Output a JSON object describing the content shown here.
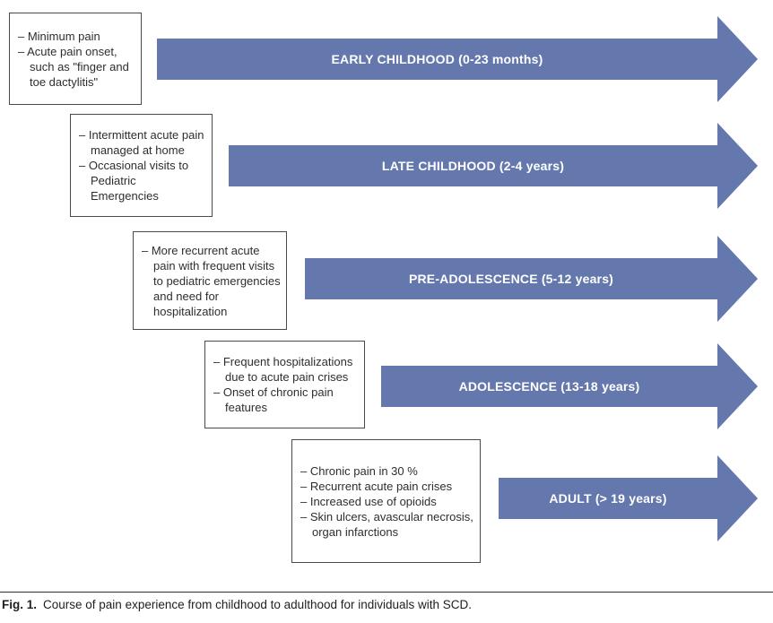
{
  "figure": {
    "colors": {
      "arrow_fill": "#6478ad",
      "arrow_text": "#ffffff",
      "box_border": "#4a4a4a",
      "body_text": "#2e2e2e"
    },
    "stages": [
      {
        "label": "EARLY CHILDHOOD (0-23 months)",
        "bullets": [
          "– Minimum pain",
          "– Acute pain onset, such as \"finger and toe dactylitis\""
        ]
      },
      {
        "label": "LATE CHILDHOOD (2-4 years)",
        "bullets": [
          "– Intermittent acute pain managed at home",
          "– Occasional visits to Pediatric Emergencies"
        ]
      },
      {
        "label": "PRE-ADOLESCENCE (5-12 years)",
        "bullets": [
          "– More recurrent acute pain with frequent visits to pediatric emergencies and need for hospitalization"
        ]
      },
      {
        "label": "ADOLESCENCE (13-18 years)",
        "bullets": [
          "– Frequent hospitalizations due to acute pain crises",
          "– Onset of chronic pain features"
        ]
      },
      {
        "label": "ADULT (> 19 years)",
        "bullets": [
          "– Chronic pain in 30 %",
          "– Recurrent acute pain crises",
          "– Increased use of opioids",
          "– Skin ulcers, avascular necrosis, organ infarctions"
        ]
      }
    ],
    "caption": {
      "label": "Fig. 1.",
      "text": "Course of pain experience from childhood to adulthood for individuals with SCD."
    }
  }
}
